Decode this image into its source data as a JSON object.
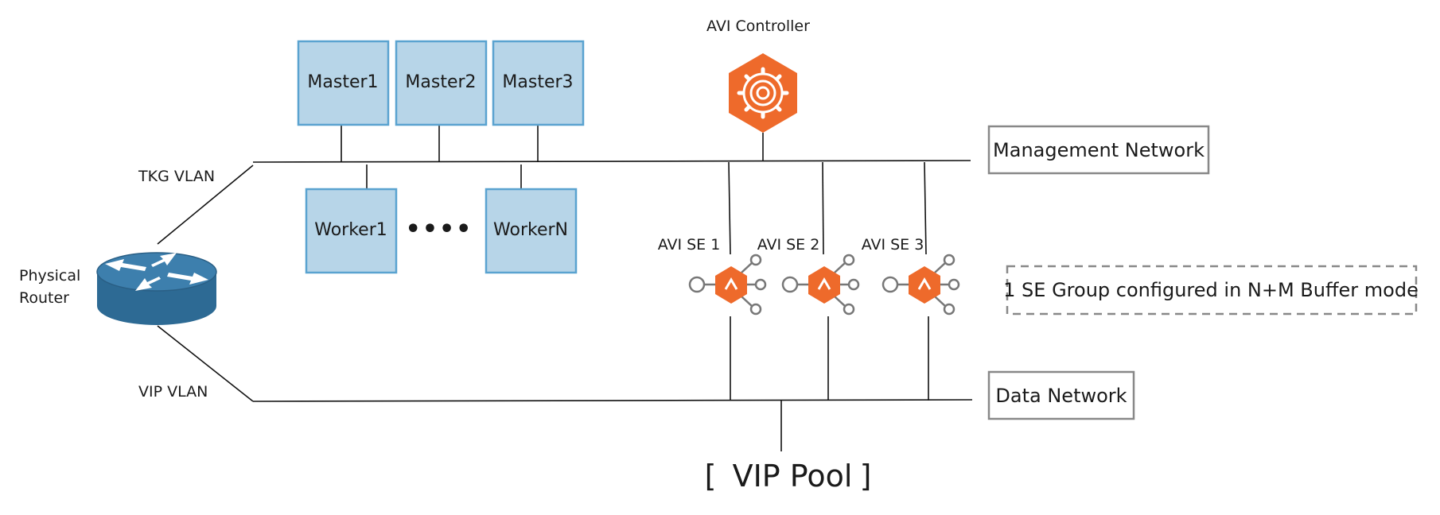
{
  "controller": {
    "label": "AVI Controller"
  },
  "masters": [
    "Master1",
    "Master2",
    "Master3"
  ],
  "workers": {
    "first": "Worker1",
    "last": "WorkerN",
    "ellipsis": "••••"
  },
  "router": {
    "label_line1": "Physical",
    "label_line2": "Router"
  },
  "vlans": {
    "tkg": "TKG VLAN",
    "vip": "VIP VLAN"
  },
  "networks": {
    "management": "Management Network",
    "data": "Data Network"
  },
  "service_engines": [
    "AVI SE 1",
    "AVI SE 2",
    "AVI SE 3"
  ],
  "se_group_note": "1 SE Group configured in N+M Buffer mode",
  "vip_pool": {
    "open": "[",
    "label": "VIP Pool",
    "close": "]"
  },
  "colors": {
    "node_fill": "#b7d5e8",
    "node_stroke": "#5aa3d0",
    "avi_orange": "#ee6a2b",
    "router_blue": "#2d6a94",
    "line": "#111111",
    "label_box": "#888888"
  },
  "icons": [
    "router-icon",
    "avi-controller-icon",
    "avi-se-icon"
  ]
}
